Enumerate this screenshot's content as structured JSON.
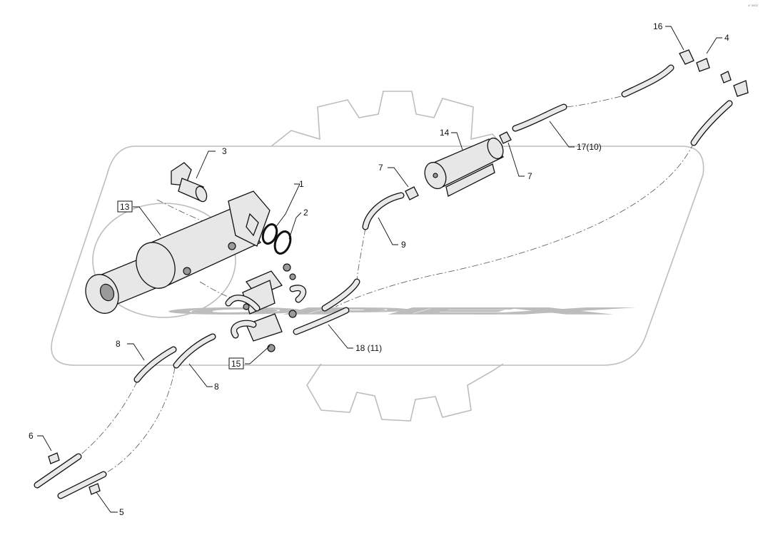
{
  "watermark": {
    "brand": "OPEX"
  },
  "corner_mark": "4° 0002",
  "callouts": [
    {
      "id": "c1",
      "text": "1",
      "boxed": false
    },
    {
      "id": "c2",
      "text": "2",
      "boxed": false
    },
    {
      "id": "c3",
      "text": "3",
      "boxed": false
    },
    {
      "id": "c4",
      "text": "4",
      "boxed": false
    },
    {
      "id": "c5",
      "text": "5",
      "boxed": false
    },
    {
      "id": "c6",
      "text": "6",
      "boxed": false
    },
    {
      "id": "c7a",
      "text": "7",
      "boxed": false
    },
    {
      "id": "c7b",
      "text": "7",
      "boxed": false
    },
    {
      "id": "c8a",
      "text": "8",
      "boxed": false
    },
    {
      "id": "c8b",
      "text": "8",
      "boxed": false
    },
    {
      "id": "c9",
      "text": "9",
      "boxed": false
    },
    {
      "id": "c13",
      "text": "13",
      "boxed": true
    },
    {
      "id": "c14",
      "text": "14",
      "boxed": false
    },
    {
      "id": "c15",
      "text": "15",
      "boxed": true
    },
    {
      "id": "c16",
      "text": "16",
      "boxed": false
    },
    {
      "id": "c17",
      "text": "17(10)",
      "boxed": false
    },
    {
      "id": "c18",
      "text": "18 (11)",
      "boxed": false
    }
  ]
}
